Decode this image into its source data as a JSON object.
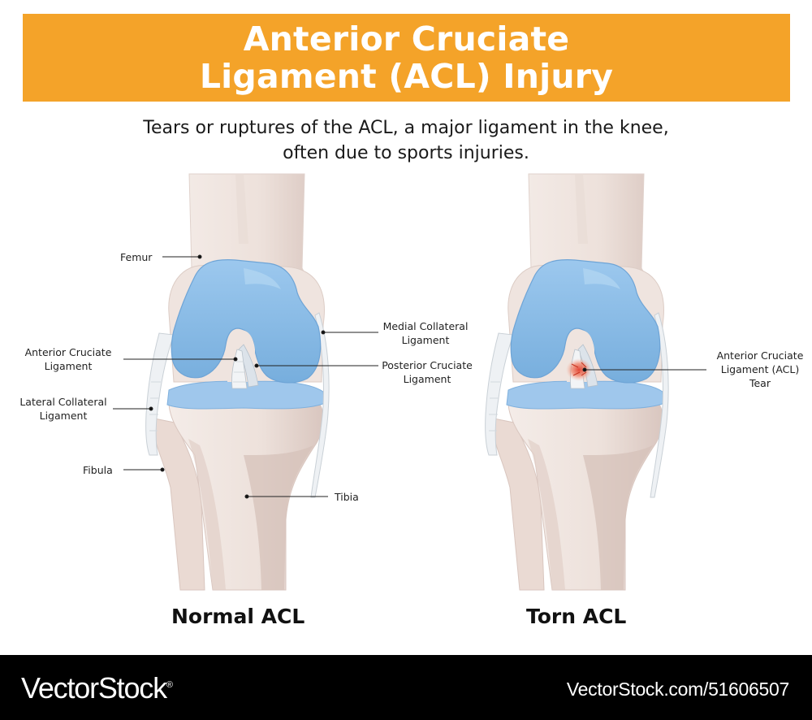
{
  "title": {
    "line1": "Anterior Cruciate",
    "line2": "Ligament (ACL) Injury"
  },
  "subtitle": {
    "line1": "Tears or ruptures of the ACL, a major ligament in the knee,",
    "line2": "often due to sports injuries."
  },
  "normal_knee": {
    "caption": "Normal ACL",
    "labels": {
      "femur": "Femur",
      "acl_line1": "Anterior Cruciate",
      "acl_line2": "Ligament",
      "lcl_line1": "Lateral Collateral",
      "lcl_line2": "Ligament",
      "fibula": "Fibula",
      "mcl_line1": "Medial Collateral",
      "mcl_line2": "Ligament",
      "pcl_line1": "Posterior Cruciate",
      "pcl_line2": "Ligament",
      "tibia": "Tibia"
    }
  },
  "torn_knee": {
    "caption": "Torn ACL",
    "labels": {
      "tear_line1": "Anterior Cruciate",
      "tear_line2": "Ligament (ACL)",
      "tear_line3": "Tear"
    }
  },
  "watermark": {
    "logo": "VectorStock",
    "logo_symbol": "®",
    "url": "VectorStock.com/51606507"
  },
  "colors": {
    "banner": "#F4A329",
    "bone": "#EFE3DE",
    "bone_shade": "#DCC9C2",
    "cartilage": "#8DBEE6",
    "cartilage_dark": "#6EA4D6",
    "ligament": "#E8EEF3",
    "tear": "#E8503A",
    "footer": "#000000"
  }
}
